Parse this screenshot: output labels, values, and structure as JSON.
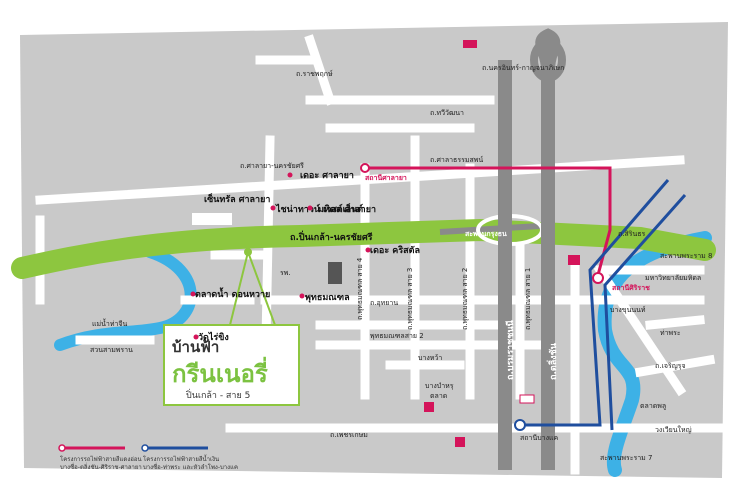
{
  "project": {
    "brand_top": "บ้านฟ้า",
    "brand_main": "กรีนเนอรี่",
    "brand_sub": "ปิ่นเกล้า - สาย 5"
  },
  "roads": {
    "vertical_expressway_1": "ถ.บรมราชชนนี",
    "vertical_expressway_2": "ถ.ตลิ่งชัน",
    "top_expressway": "ถ.นครอินทร์-กาญจนาภิเษก",
    "main_green_road": "ถ.ปิ่นเกล้า-นครชัยศรี",
    "road_mahasawat": "ถ.ศาลายา-นครชัยศรี",
    "road_sala_thammasop": "ถ.ศาลาธรรมสพน์",
    "road_thawi_watthana": "ถ.ทวีวัฒนา",
    "road_phutthamonthon": "ถ.พุทธมณฑลสาย 4",
    "road_phetkasem": "ถ.เพชรเกษม",
    "road_liap_khlong": "ถ.อุทยาน",
    "road_rama2": "ถ.สิรินธร",
    "road_tha_chang": "ถ.เจริญรุจ"
  },
  "places": {
    "central_salaya": "เซ็นทรัล ศาลายา",
    "the_salaya": "เดอะ ศาลายา",
    "mahidol": "มหิดล ศาลายา",
    "china_town": "ไชน่าทาวน์ เวสต์เอ็นต์",
    "the_crystal": "เดอะ คริสตัล",
    "phutthamonthon": "พุทธมณฑล",
    "floating_market": "ตลาดน้ำ ดอนหวาย",
    "wat_rai_khing": "วัดไร่ขิง",
    "tha_chin": "แม่น้ำท่าจีน",
    "sam_phran": "สวนสามพราน",
    "pinklao_cross": "พุทธมณฑลสาย 2",
    "salaya_station": "สถานีศาลายา",
    "siriraj_station": "สถานีศิริราช",
    "bang_khae_station": "สถานีบางแค",
    "tunnel": "สะพานกรุงธน",
    "market_label": "ตลาด",
    "hospital_label": "รพ.",
    "university": "มหาวิทยาลัยมหิดล",
    "sriracha": "ท่าพระ",
    "market_bangwa": "บางหว้า",
    "phutthamonthon_4": "ถ.พุทธมณฑล สาย 4",
    "phutthamonthon_3": "ถ.พุทธมณฑล สาย 3",
    "phutthamonthon_2": "ถ.พุทธมณฑล สาย 2",
    "phutthamonthon_1": "ถ.พุทธมณฑล สาย 1",
    "sai_7": "ถ.ราชพฤกษ์",
    "sai_8": "สะพานพระราม 8",
    "wong_wian": "วงเวียนใหญ่",
    "bang_khun": "บางขุนนนท์",
    "bang_bamru": "บางบำหรุ",
    "talat_phlu": "ตลาดพลู",
    "rama7": "สะพานพระราม 7"
  },
  "legend": {
    "red_line_title": "โครงการรถไฟฟ้าสายสีแดงอ่อน",
    "red_line_desc": "บางซื่อ-ตลิ่งชัน-ศิริราช-ศาลายา",
    "blue_line_title": "โครงการรถไฟฟ้าสายสีน้ำเงิน",
    "blue_line_desc": "บางซื่อ-ท่าพระ และหัวลำโพง-บางแค"
  },
  "colors": {
    "green_road": "#8dc63f",
    "red_line": "#d4145a",
    "blue_line": "#1f4e9e",
    "river": "#3db1e6",
    "expressway": "#8a8a8a"
  }
}
